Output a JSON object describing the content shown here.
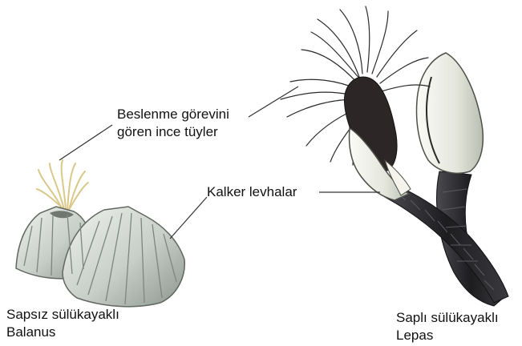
{
  "labels": {
    "feeding_hairs": {
      "line1": "Beslenme görevini",
      "line2": "gören ince tüyler"
    },
    "calcareous_plates": "Kalker levhalar",
    "sessile": {
      "line1": "Sapsız sülükayaklı",
      "line2": "Balanus"
    },
    "stalked": {
      "line1": "Saplı sülükayaklı",
      "line2": "Lepas"
    }
  },
  "colors": {
    "shell": "#d7dcd6",
    "shell_shadow": "#9aa39c",
    "stalk": "#2b2b2e",
    "cirri": "#2a2a2a",
    "balanus_cirri": "#d9c88a",
    "leader_line": "#333333"
  }
}
